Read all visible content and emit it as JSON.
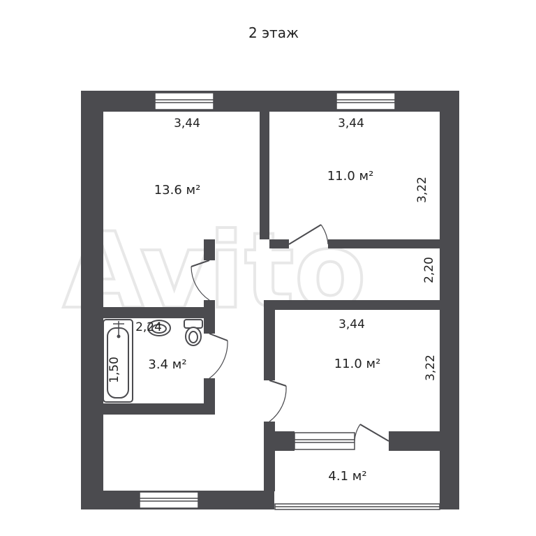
{
  "floor_title": "2 этаж",
  "watermark": "Avito",
  "rooms": {
    "room_top_left": {
      "area": "13.6 м²",
      "width": "3,44"
    },
    "room_top_right": {
      "area": "11.0 м²",
      "width": "3,44",
      "depth": "3,22"
    },
    "corridor": {
      "width": "2,20"
    },
    "room_mid_right": {
      "area": "11.0 м²",
      "width": "3,44",
      "depth": "3,22"
    },
    "bathroom": {
      "area": "3.4 м²",
      "width": "2,24",
      "depth": "1,50"
    },
    "balcony": {
      "area": "4.1 м²"
    }
  },
  "fixture_icons": [
    "bathtub-icon",
    "sink-icon",
    "toilet-icon"
  ],
  "colors": {
    "wall": "#4b4b4f",
    "background": "#ffffff",
    "text": "#222222"
  }
}
